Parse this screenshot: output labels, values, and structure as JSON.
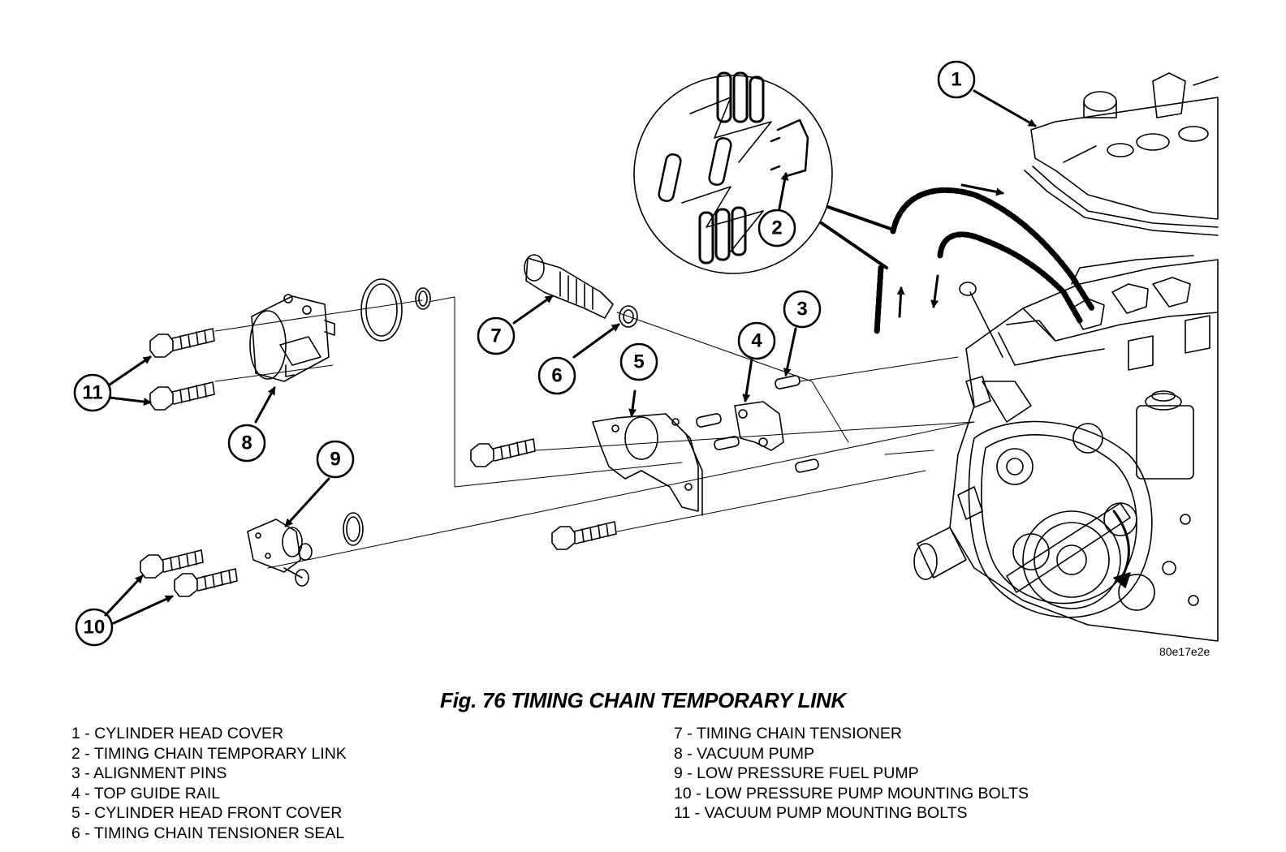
{
  "figure": {
    "caption": "Fig. 76 TIMING CHAIN TEMPORARY LINK",
    "code": "80e17e2e"
  },
  "callouts": [
    "1",
    "2",
    "3",
    "4",
    "5",
    "6",
    "7",
    "8",
    "9",
    "10",
    "11"
  ],
  "legend": {
    "left": [
      "1 - CYLINDER HEAD COVER",
      "2 - TIMING CHAIN TEMPORARY LINK",
      "3 - ALIGNMENT PINS",
      "4 - TOP GUIDE RAIL",
      "5 - CYLINDER HEAD FRONT COVER",
      "6 - TIMING CHAIN TENSIONER SEAL"
    ],
    "right": [
      "7 - TIMING CHAIN TENSIONER",
      "8 - VACUUM PUMP",
      "9 - LOW PRESSURE FUEL PUMP",
      "10 - LOW PRESSURE PUMP MOUNTING BOLTS",
      "11 - VACUUM PUMP MOUNTING BOLTS"
    ]
  },
  "colors": {
    "ink": "#000000",
    "paper": "#ffffff"
  }
}
